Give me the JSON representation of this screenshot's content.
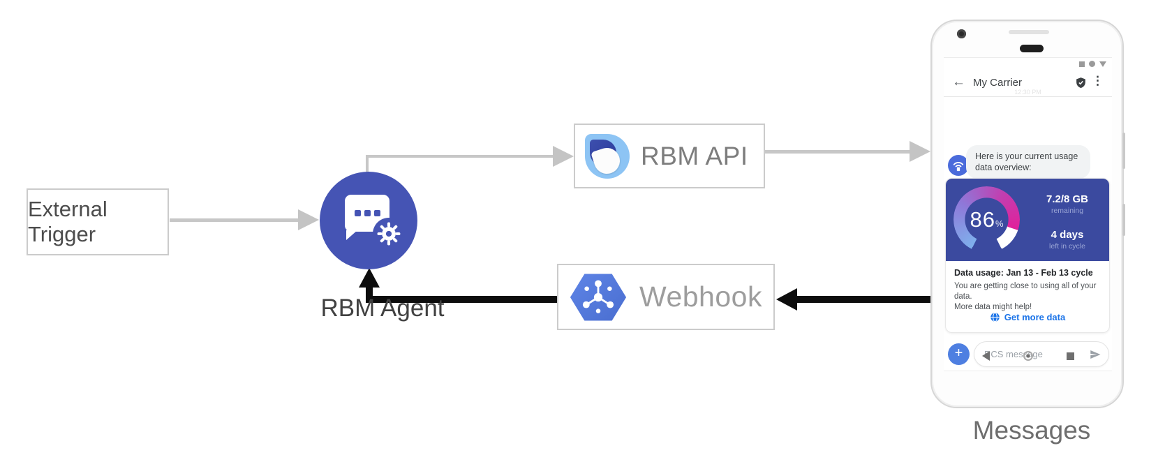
{
  "diagram": {
    "nodes": {
      "external_trigger": {
        "label": "External Trigger"
      },
      "rbm_agent": {
        "label": "RBM Agent"
      },
      "rbm_api": {
        "label": "RBM API"
      },
      "webhook": {
        "label": "Webhook"
      }
    },
    "colors": {
      "agent_circle": "#4554b4",
      "gray_connector": "#c7c7c7",
      "black_connector": "#0d0d0d",
      "api_logo_light_blue": "#8dc4f4",
      "api_logo_dark_blue": "#3442a6",
      "webhook_hexagon": "#5478dd"
    }
  },
  "phone": {
    "caption": "Messages",
    "app_bar": {
      "back_glyph": "←",
      "title": "My Carrier",
      "menu_glyph": "⋮"
    },
    "timestamp_faint": "12:30 PM",
    "conversation": {
      "agent_message": "Here is your current usage data overview:",
      "usage_card": {
        "percent": "86",
        "percent_symbol": "%",
        "data_value": "7.2/8 GB",
        "data_label": "remaining",
        "days_value": "4 days",
        "days_label": "left in cycle",
        "title": "Data usage: Jan 13 - Feb 13 cycle",
        "body_line1": "You are getting close to using all of your data.",
        "body_line2": "More data might help!",
        "action_label": "Get more data",
        "card_color": "#3b4a9f",
        "accent_blue": "#1a73e8",
        "gauge_colors": [
          "#7fb0ec",
          "#8e79d9",
          "#e0219b",
          "#ffffff"
        ]
      }
    },
    "composer": {
      "plus_glyph": "+",
      "placeholder": "RCS message"
    }
  }
}
